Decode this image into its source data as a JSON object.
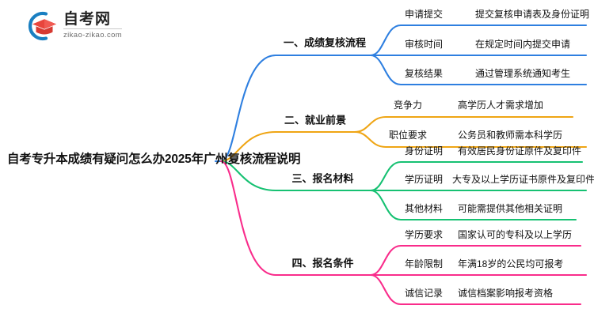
{
  "logo": {
    "icon": "graduation-cap-icon",
    "name": "自考网",
    "url": "zikao-zikao.com",
    "arc_color": "#1A7FC1",
    "cap_color": "#E8453C"
  },
  "mindmap": {
    "root": {
      "title": "自考专升本成绩有疑问怎么办2025年广州复核流程说明"
    },
    "branches": [
      {
        "index": 1,
        "title": "一、成绩复核流程",
        "color": "#2E7FE0",
        "children": [
          {
            "label": "申请提交",
            "desc": "提交复核申请表及身份证明"
          },
          {
            "label": "审核时间",
            "desc": "在规定时间内提交申请"
          },
          {
            "label": "复核结果",
            "desc": "通过管理系统通知考生"
          }
        ]
      },
      {
        "index": 2,
        "title": "二、就业前景",
        "color": "#EFA514",
        "children": [
          {
            "label": "竞争力",
            "desc": "高学历人才需求增加"
          },
          {
            "label": "职位要求",
            "desc": "公务员和教师需本科学历"
          }
        ]
      },
      {
        "index": 3,
        "title": "三、报名材料",
        "color": "#16C172",
        "children": [
          {
            "label": "身份证明",
            "desc": "有效居民身份证原件及复印件"
          },
          {
            "label": "学历证明",
            "desc": "大专及以上学历证书原件及复印件"
          },
          {
            "label": "其他材料",
            "desc": "可能需提供其他相关证明"
          }
        ]
      },
      {
        "index": 4,
        "title": "四、报名条件",
        "color": "#F92C8B",
        "children": [
          {
            "label": "学历要求",
            "desc": "国家认可的专科及以上学历"
          },
          {
            "label": "年龄限制",
            "desc": "年满18岁的公民均可报考"
          },
          {
            "label": "诚信记录",
            "desc": "诚信档案影响报考资格"
          }
        ]
      }
    ]
  }
}
